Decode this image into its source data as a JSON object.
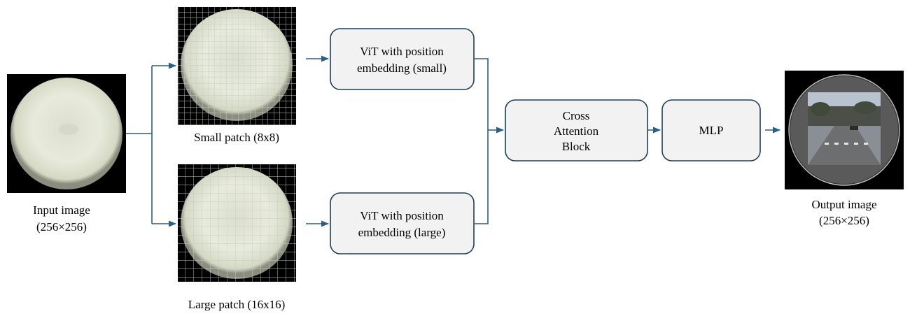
{
  "input": {
    "label_line1": "Input image",
    "label_line2": "(256×256)"
  },
  "small_patch": {
    "label": "Small patch (8x8)"
  },
  "large_patch": {
    "label": "Large patch (16x16)"
  },
  "vit_small": {
    "line1": "ViT with position",
    "line2": "embedding (small)"
  },
  "vit_large": {
    "line1": "ViT with position",
    "line2": "embedding (large)"
  },
  "cross_attention": {
    "line1": "Cross",
    "line2": "Attention",
    "line3": "Block"
  },
  "mlp": {
    "label": "MLP"
  },
  "output": {
    "label_line1": "Output image",
    "label_line2": "(256×256)"
  },
  "colors": {
    "arrow": "#2a5f86",
    "box_fill": "#f2f2f2",
    "box_stroke": "#1f3e58",
    "disc": "#e6ead6",
    "grid_line": "#bfc3c0"
  }
}
